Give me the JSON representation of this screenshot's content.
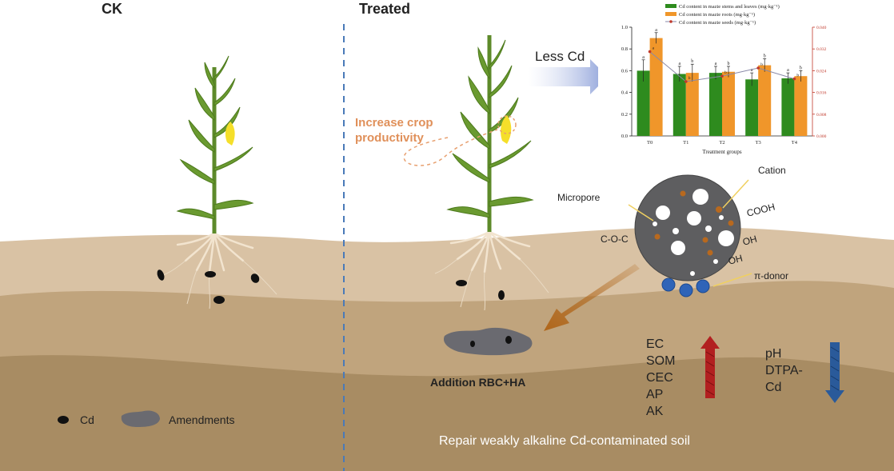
{
  "panels": {
    "ck_title": "CK",
    "treated_title": "Treated"
  },
  "labels": {
    "less_cd": "Less Cd",
    "increase_crop": "Increase crop",
    "productivity": "productivity",
    "cation": "Cation",
    "micropore": "Micropore",
    "cooh": "COOH",
    "coc": "C-O-C",
    "oh1": "OH",
    "oh2": "OH",
    "pi_donor": "π-donor",
    "addition": "Addition RBC+HA",
    "footer": "Repair weakly alkaline Cd-contaminated soil"
  },
  "legend": {
    "cd": "Cd",
    "amendments": "Amendments"
  },
  "properties_up": [
    "EC",
    "SOM",
    "CEC",
    "AP",
    "AK"
  ],
  "properties_down": [
    "pH",
    "DTPA-",
    "Cd"
  ],
  "colors": {
    "stems_leaves": "#2e8b1e",
    "roots": "#f0962a",
    "seeds": "#8a8aa8",
    "right_axis": "#c0392b",
    "up_arrow": "#b22020",
    "down_arrow": "#2a5a9a",
    "divider": "#4a7ab8"
  },
  "chart_data": {
    "type": "bar",
    "categories": [
      "T0",
      "T1",
      "T2",
      "T3",
      "T4"
    ],
    "xlabel": "Treatment groups",
    "ylim": [
      0,
      1.0
    ],
    "y_ticks": [
      "0.0",
      "0.2",
      "0.4",
      "0.6",
      "0.8",
      "1.0"
    ],
    "y2lim": [
      0,
      0.04
    ],
    "y2_ticks": [
      "0.000",
      "0.008",
      "0.016",
      "0.024",
      "0.032",
      "0.040"
    ],
    "series": [
      {
        "name": "Cd content in mazie stems and leaves (mg·kg⁻¹)",
        "type": "bar",
        "axis": "left",
        "values": [
          0.6,
          0.57,
          0.58,
          0.52,
          0.53
        ],
        "errors": [
          0.1,
          0.07,
          0.06,
          0.06,
          0.05
        ],
        "sig": [
          "a",
          "a",
          "a",
          "a",
          "a"
        ]
      },
      {
        "name": "Cd content in mazie roots (mg·kg⁻¹)",
        "type": "bar",
        "axis": "left",
        "values": [
          0.9,
          0.58,
          0.59,
          0.65,
          0.55
        ],
        "errors": [
          0.05,
          0.08,
          0.05,
          0.06,
          0.05
        ],
        "sig": [
          "a",
          "b",
          "b",
          "b",
          "b"
        ]
      },
      {
        "name": "Cd content in mazie seeds (mg·kg⁻¹)",
        "type": "line",
        "axis": "right",
        "values": [
          0.031,
          0.02,
          0.022,
          0.025,
          0.021
        ],
        "sig": [
          "a",
          "b",
          "b",
          "b",
          "b"
        ]
      }
    ]
  }
}
